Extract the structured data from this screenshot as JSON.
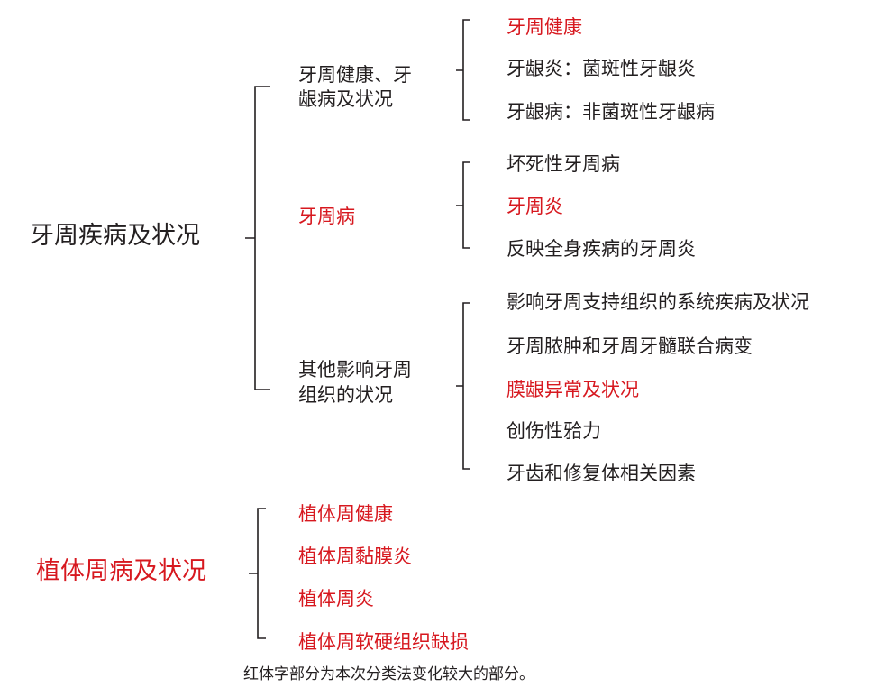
{
  "root1": {
    "label": "牙周疾病及状况",
    "groups": [
      {
        "label_line1": "牙周健康、牙",
        "label_line2": "龈病及状况",
        "items": [
          "牙周健康",
          "牙龈炎：菌斑性牙龈炎",
          "牙龈病：非菌斑性牙龈病"
        ]
      },
      {
        "label": "牙周病",
        "items": [
          "坏死性牙周病",
          "牙周炎",
          "反映全身疾病的牙周炎"
        ]
      },
      {
        "label_line1": "其他影响牙周",
        "label_line2": "组织的状况",
        "items": [
          "影响牙周支持组织的系统疾病及状况",
          "牙周脓肿和牙周牙髓联合病变",
          "膜龈异常及状况",
          "创伤性𬌗力",
          "牙齿和修复体相关因素"
        ]
      }
    ]
  },
  "root2": {
    "label": "植体周病及状况",
    "items": [
      "植体周健康",
      "植体周黏膜炎",
      "植体周炎",
      "植体周软硬组织缺损"
    ]
  },
  "caption": "红体字部分为本次分类法变化较大的部分。",
  "colors": {
    "highlight": "#d7181f",
    "text": "#231f20"
  }
}
